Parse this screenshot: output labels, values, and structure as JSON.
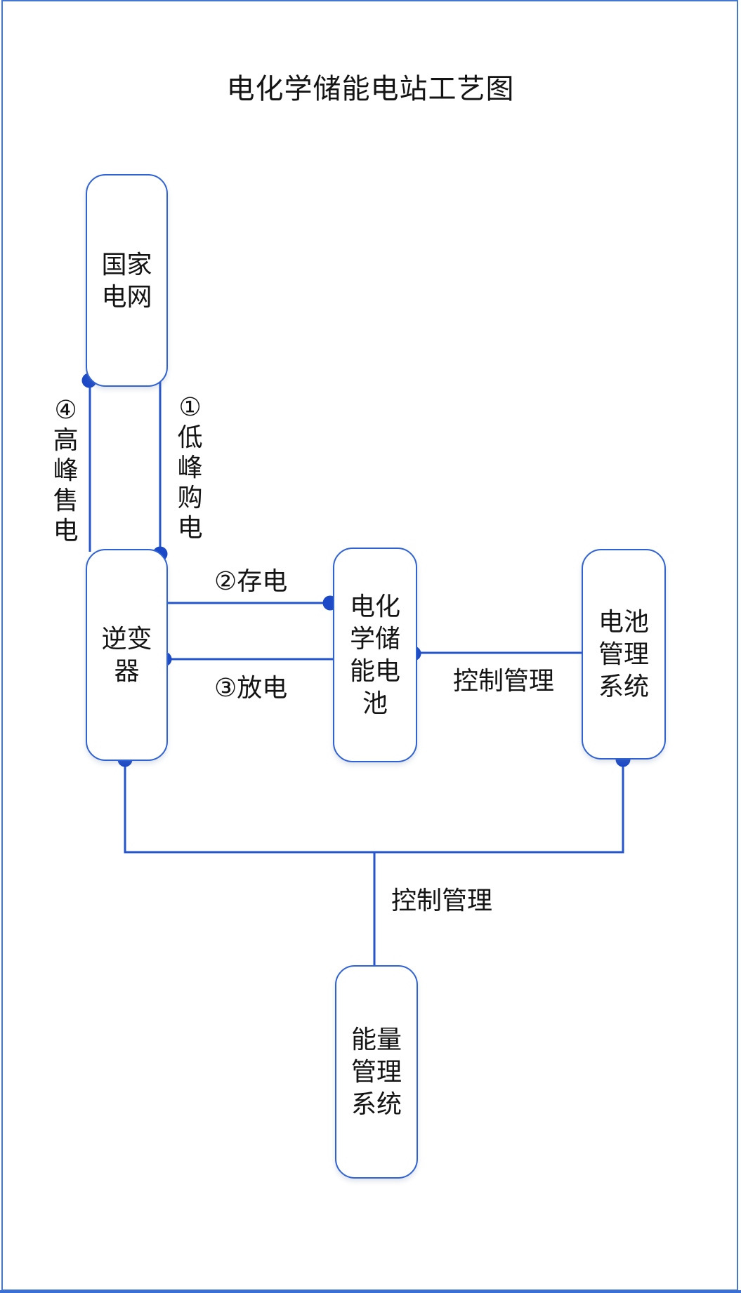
{
  "title": "电化学储能电站工艺图",
  "nodes": {
    "grid": {
      "label": "国家电网"
    },
    "inverter": {
      "label": "逆变器"
    },
    "battery": {
      "label": "电化学储能电池"
    },
    "bms": {
      "label": "电池管理系统"
    },
    "ems": {
      "label": "能量管理系统"
    }
  },
  "edges": {
    "buy": {
      "label": "①低峰购电"
    },
    "sell": {
      "label": "④高峰售电"
    },
    "store": {
      "label": "②存电"
    },
    "discharge": {
      "label": "③放电"
    },
    "control_bms": {
      "label": "控制管理"
    },
    "control_ems": {
      "label": "控制管理"
    }
  },
  "colors": {
    "line": "#2355cf",
    "node_border": "#2f62d6",
    "dot": "#1b49c8",
    "text": "#141414",
    "frame": "#4577cf",
    "bg": "#ffffff"
  }
}
